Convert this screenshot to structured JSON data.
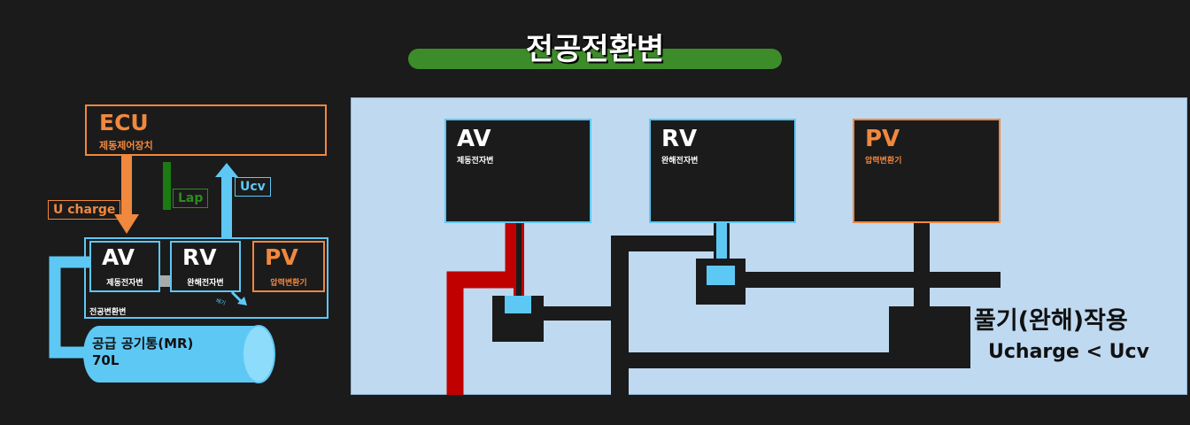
{
  "title": "전공전환변",
  "ecu": {
    "name": "ECU",
    "subtitle": "제동제어장치"
  },
  "signals": {
    "ucharge": "U charge",
    "lap": "Lap",
    "ucv": "Ucv"
  },
  "left_valves": {
    "av": {
      "name": "AV",
      "sub": "제동전자변"
    },
    "rv": {
      "name": "RV",
      "sub": "완해전자변"
    },
    "pv": {
      "name": "PV",
      "sub": "압력변환기"
    },
    "group_label": "전공변환변",
    "exhaust_label": "배기"
  },
  "tank": {
    "line1": "공급 공기통(MR)",
    "line2": "70L"
  },
  "right_valves": {
    "av": {
      "name": "AV",
      "sub": "제동전자변"
    },
    "rv": {
      "name": "RV",
      "sub": "완해전자변"
    },
    "pv": {
      "name": "PV",
      "sub": "압력변환기"
    }
  },
  "status": {
    "line1": "풀기(완해)작용",
    "line2": "Ucharge < Ucv"
  },
  "colors": {
    "background": "#1b1b1b",
    "title_bar": "#3d8c2a",
    "ecu_orange": "#f0883e",
    "lap_green": "#2e8b1f",
    "ucv_blue": "#5ec8f5",
    "panel": "#bfd9f0",
    "supply_red": "#c00000",
    "pipe_black": "#1b1b1b"
  },
  "icons": [
    "arrow-down-icon",
    "arrow-up-icon",
    "exhaust-arrow-icon",
    "air-tank-icon"
  ]
}
